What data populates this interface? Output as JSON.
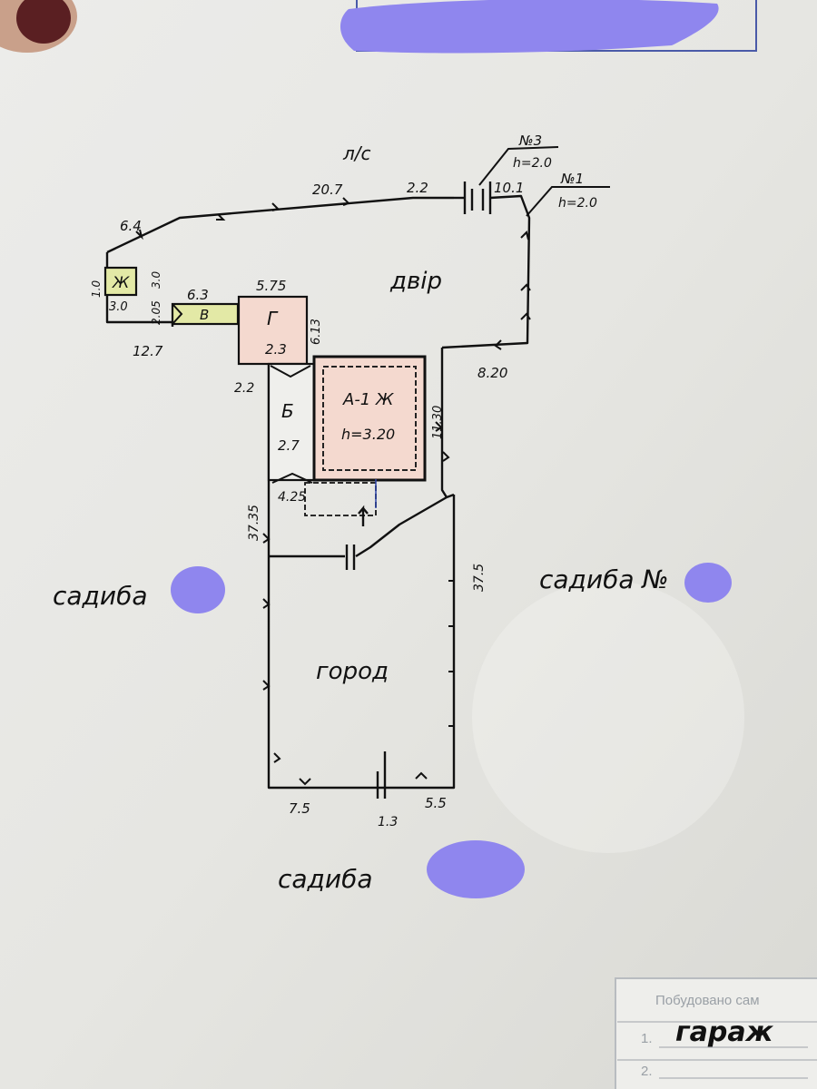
{
  "diagram": {
    "street_label": "л/с",
    "gates": [
      {
        "id": "n3",
        "label": "№3",
        "height": "h=2.0"
      },
      {
        "id": "n1",
        "label": "№1",
        "height": "h=2.0"
      }
    ],
    "areas": {
      "yard": "двір",
      "garden": "город"
    },
    "buildings": {
      "a": {
        "letter": "А-1 Ж",
        "height": "h=3.20"
      },
      "b": {
        "letter": "Б",
        "size": "2.7"
      },
      "g": {
        "letter": "Г",
        "size": "2.3"
      },
      "v": {
        "letter": "В"
      },
      "zh": {
        "letter": "Ж"
      }
    },
    "dimensions": {
      "top_left": "6.4",
      "top_long": "20.7",
      "top_mid": "2.2",
      "top_right": "10.1",
      "right_side": "8.20",
      "left_bottom": "12.7",
      "zh_h": "1.0",
      "zh_w": "3.0",
      "v_h": "2.05",
      "v_side": "3.0",
      "v_w": "6.3",
      "g_w": "5.75",
      "g_h": "6.13",
      "b_top": "2.2",
      "a_side": "11.30",
      "porch": "4.25",
      "left_long": "37.35",
      "right_long": "37.5",
      "bottom_left": "7.5",
      "bottom_gate": "1.3",
      "bottom_right": "5.5"
    },
    "neighbors": {
      "left": "садиба",
      "right": "садиба №",
      "bottom": "садиба"
    }
  },
  "stamp": {
    "header": "Побудовано сам",
    "row1_num": "1.",
    "row1_value": "гараж",
    "row2_num": "2."
  },
  "colors": {
    "ink": "#111111",
    "house_fill": "#f4d9cf",
    "shed_fill": "#e3e9a6",
    "redaction": "#8f86ee"
  }
}
